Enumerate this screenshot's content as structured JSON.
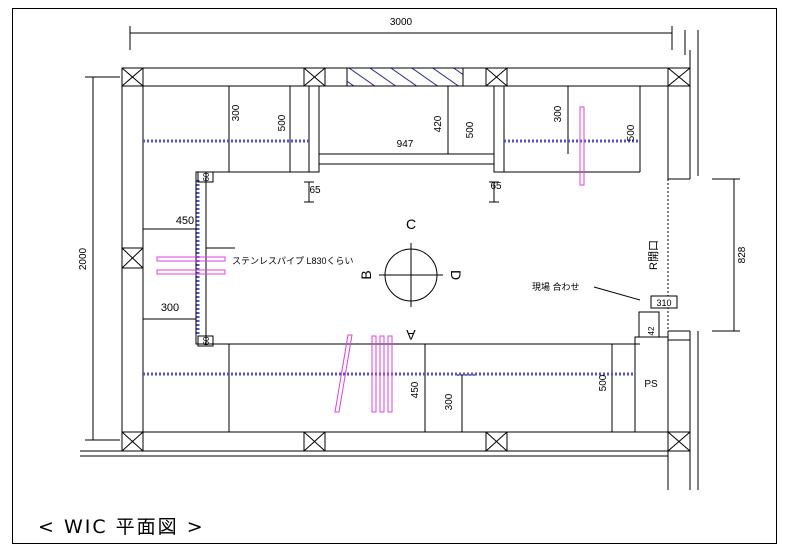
{
  "caption": "< WIC 平面図 >",
  "dimensions": {
    "overall_width": "3000",
    "overall_depth": "2000",
    "right_span": "828",
    "top_left_300": "300",
    "top_left_500": "500",
    "center_947": "947",
    "center_420": "420",
    "center_500": "500",
    "top_right_300": "300",
    "top_right_500": "500",
    "left_65": "65",
    "right_65": "65",
    "left_450": "450",
    "left_300": "300",
    "bottom_450": "450",
    "bottom_300": "300",
    "bottom_500": "500",
    "small_60_top": "60",
    "small_60_bottom": "60",
    "small_42": "42"
  },
  "labels": {
    "pipe": "ステンレスパイプ L830くらい",
    "field_fit": "現場 合わせ",
    "door": "R開口",
    "ps": "PS",
    "box_310": "310"
  },
  "compass": {
    "c": "C",
    "a": "A",
    "b": "B",
    "d": "D"
  },
  "colors": {
    "shelf": "#5050d0",
    "pipe": "#e040e0",
    "window": "#2a2aa0"
  }
}
